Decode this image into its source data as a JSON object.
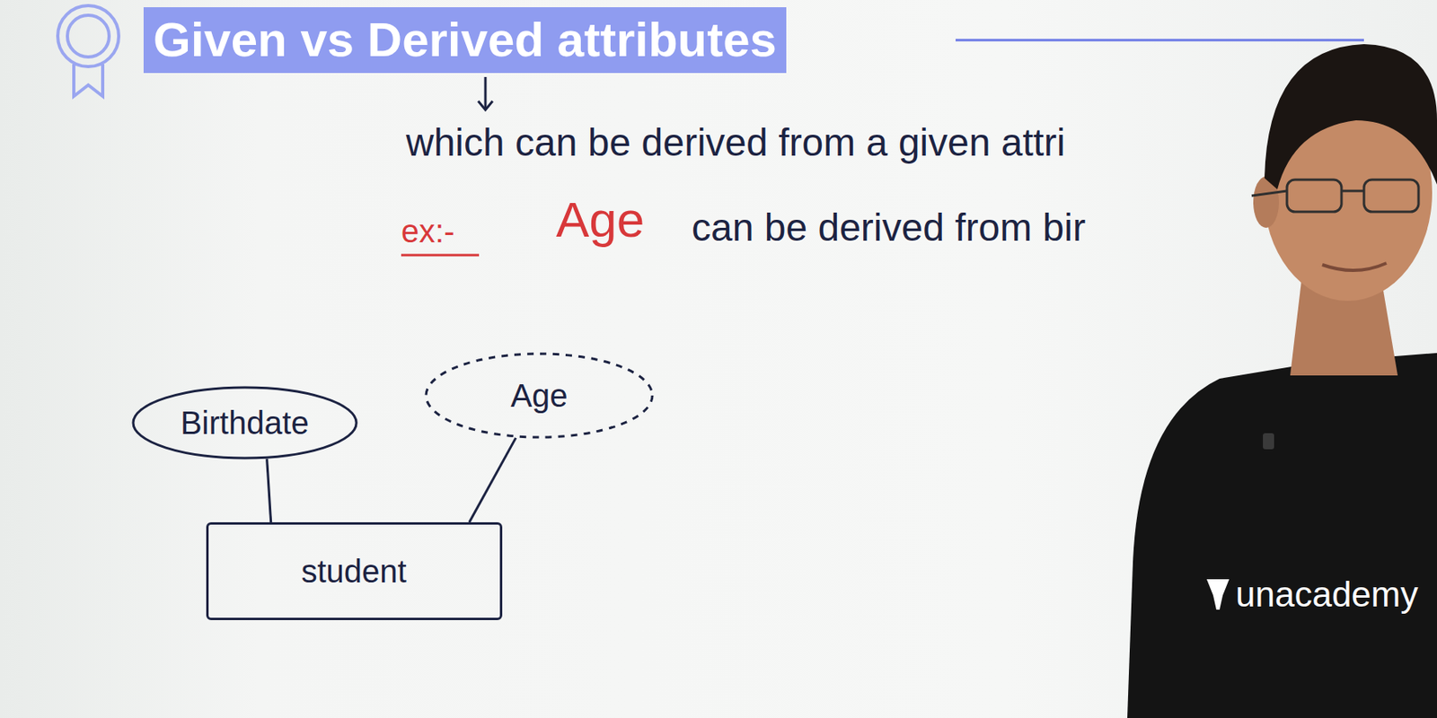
{
  "diagram": {
    "title": "Given vs Derived attributes",
    "nodes": [
      {
        "text": [
          "Birthdate"
        ]
      },
      {
        "text": [
          "Age"
        ]
      },
      {
        "text": [
          "student"
        ]
      }
    ],
    "edges": [
      {
        "from": 0,
        "to": 2,
        "arrow": "none"
      },
      {
        "from": 1,
        "to": 2,
        "arrow": "none"
      }
    ],
    "labels": [
      "which can be derived from a given attri",
      "ex:-",
      "Age",
      "can be derived from bir",
      "unacademy"
    ]
  }
}
